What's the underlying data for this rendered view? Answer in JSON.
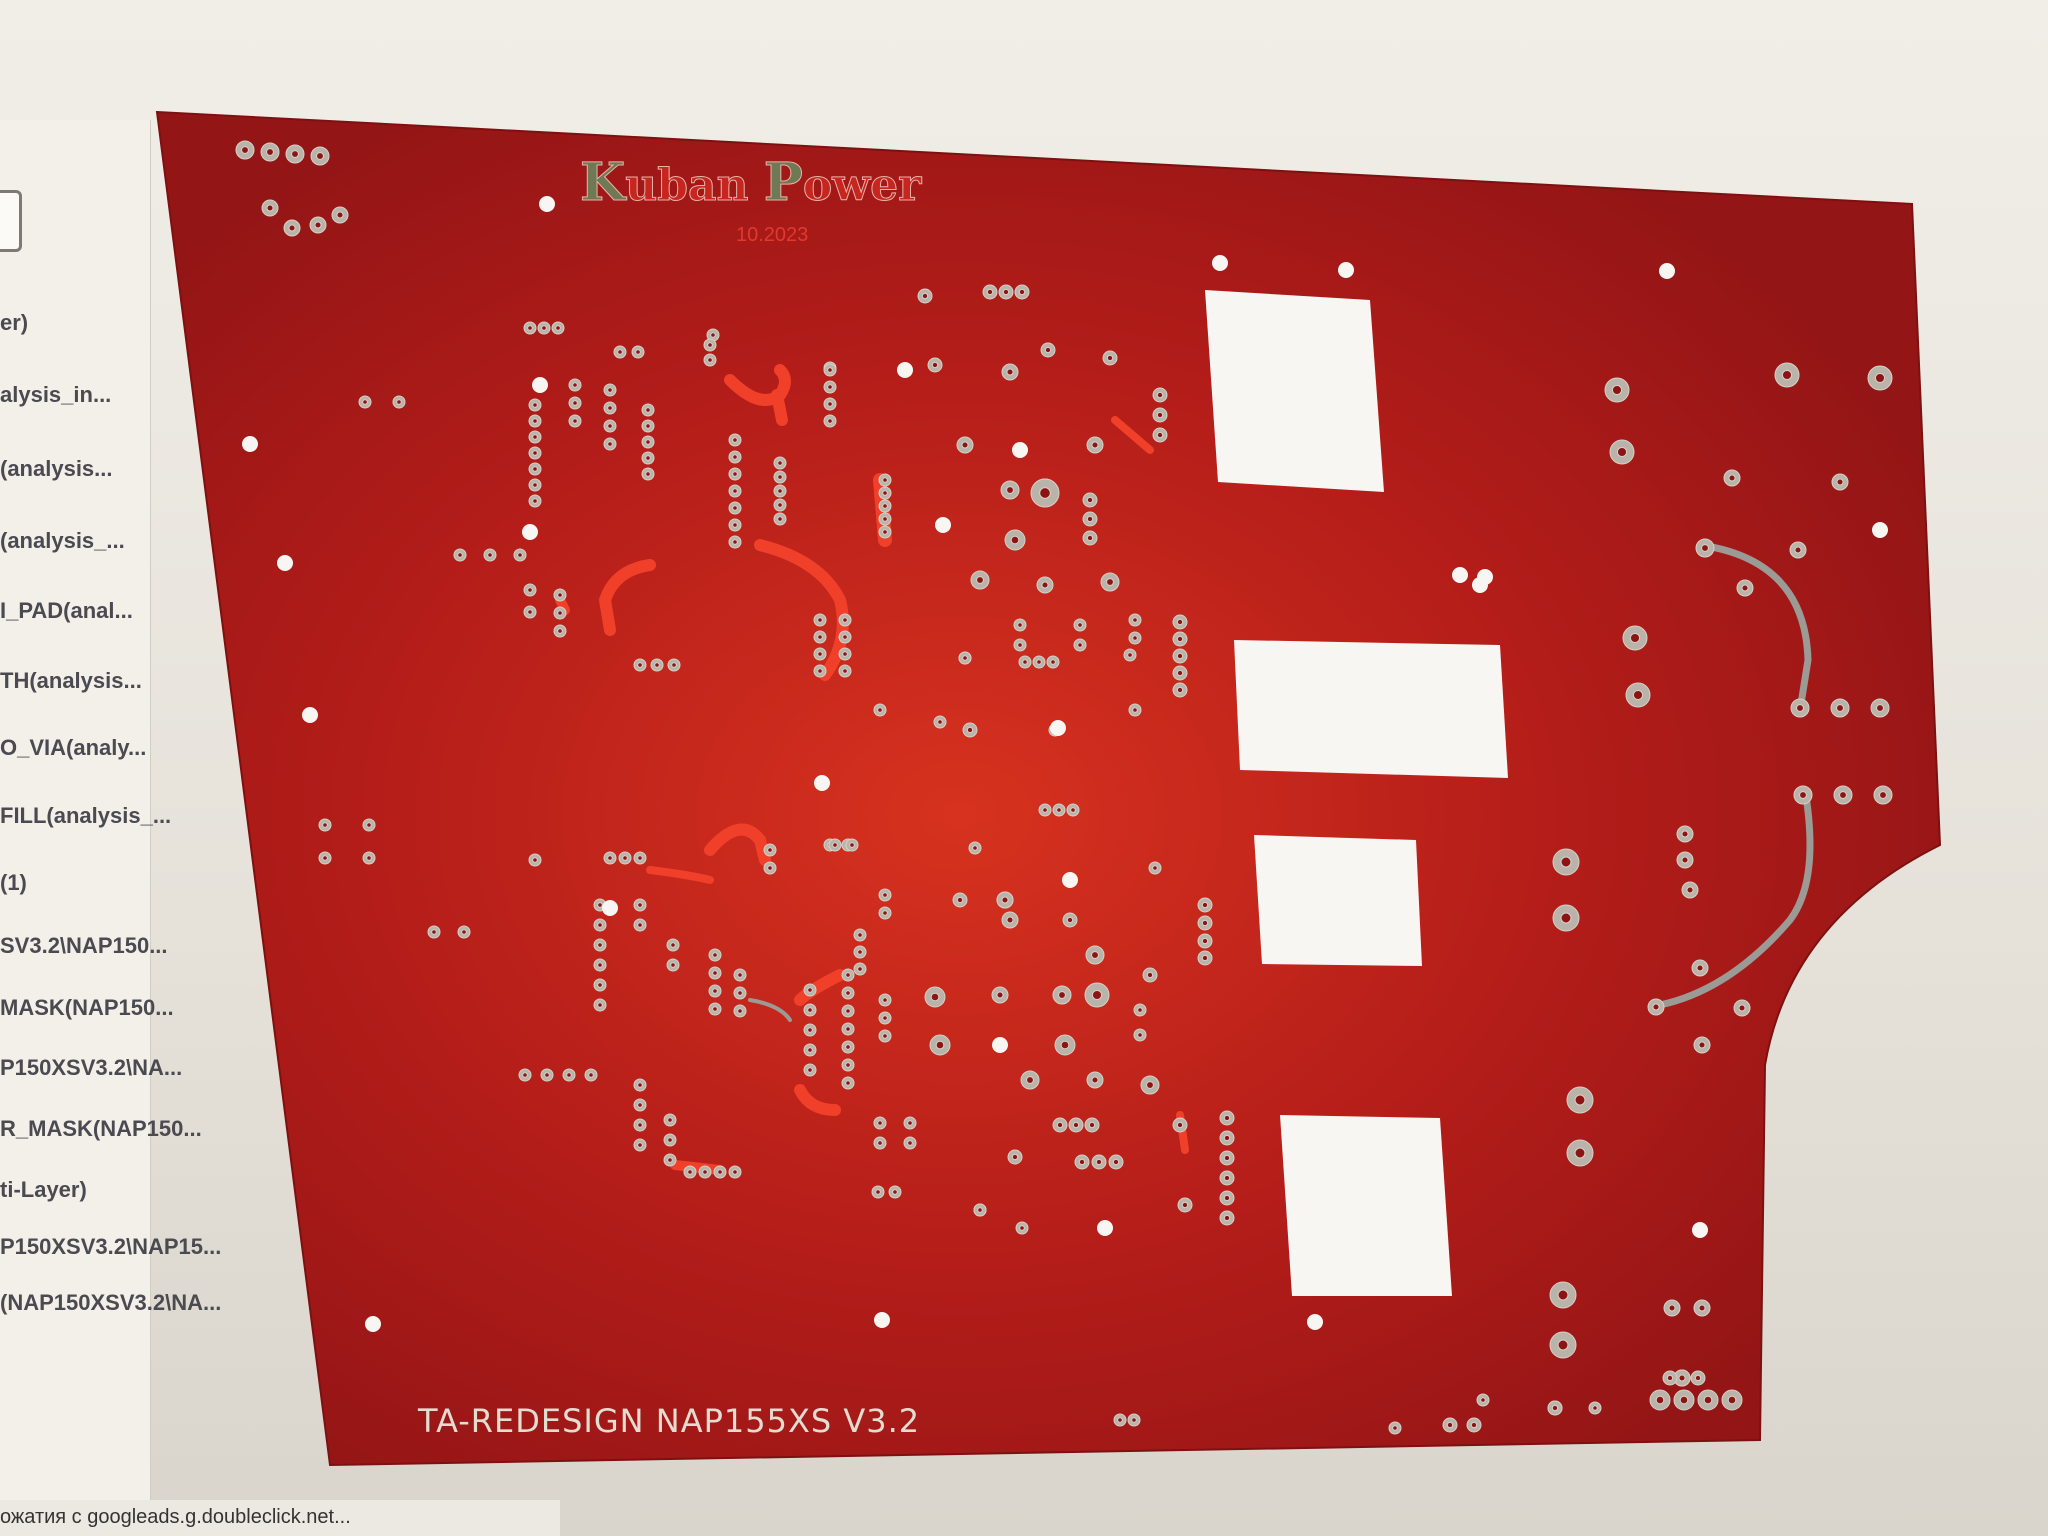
{
  "app": {
    "layer_panel": {
      "items": [
        {
          "label": "er)"
        },
        {
          "label": "alysis_in..."
        },
        {
          "label": "(analysis..."
        },
        {
          "label": "(analysis_..."
        },
        {
          "label": "I_PAD(anal..."
        },
        {
          "label": "TH(analysis..."
        },
        {
          "label": "O_VIA(analy..."
        },
        {
          "label": "FILL(analysis_..."
        },
        {
          "label": "(1)"
        },
        {
          "label": "SV3.2\\NAP150..."
        },
        {
          "label": "MASK(NAP150..."
        },
        {
          "label": "P150XSV3.2\\NA..."
        },
        {
          "label": "R_MASK(NAP150..."
        },
        {
          "label": "ti-Layer)"
        },
        {
          "label": "P150XSV3.2\\NAP15..."
        },
        {
          "label": "(NAP150XSV3.2\\NA..."
        }
      ]
    },
    "status_bar": {
      "text": "ожатия с googleads.g.doubleclick.net..."
    }
  },
  "pcb": {
    "logo": {
      "word1_initial": "K",
      "word1_rest": "uban",
      "word2_initial": "P",
      "word2_rest": "ower"
    },
    "date_label": "10.2023",
    "board_title": "TA-REDESIGN NAP155XS V3.2",
    "colors": {
      "board": "#a8191a",
      "board_glow": "#d23024",
      "pad": "#b9b3aa",
      "trace_top": "#f0402a",
      "trace_gray": "#9c9a95",
      "cutout": "#f7f6f2",
      "silk_text": "#e2ddd0",
      "logo_green": "#6f7a55"
    }
  }
}
